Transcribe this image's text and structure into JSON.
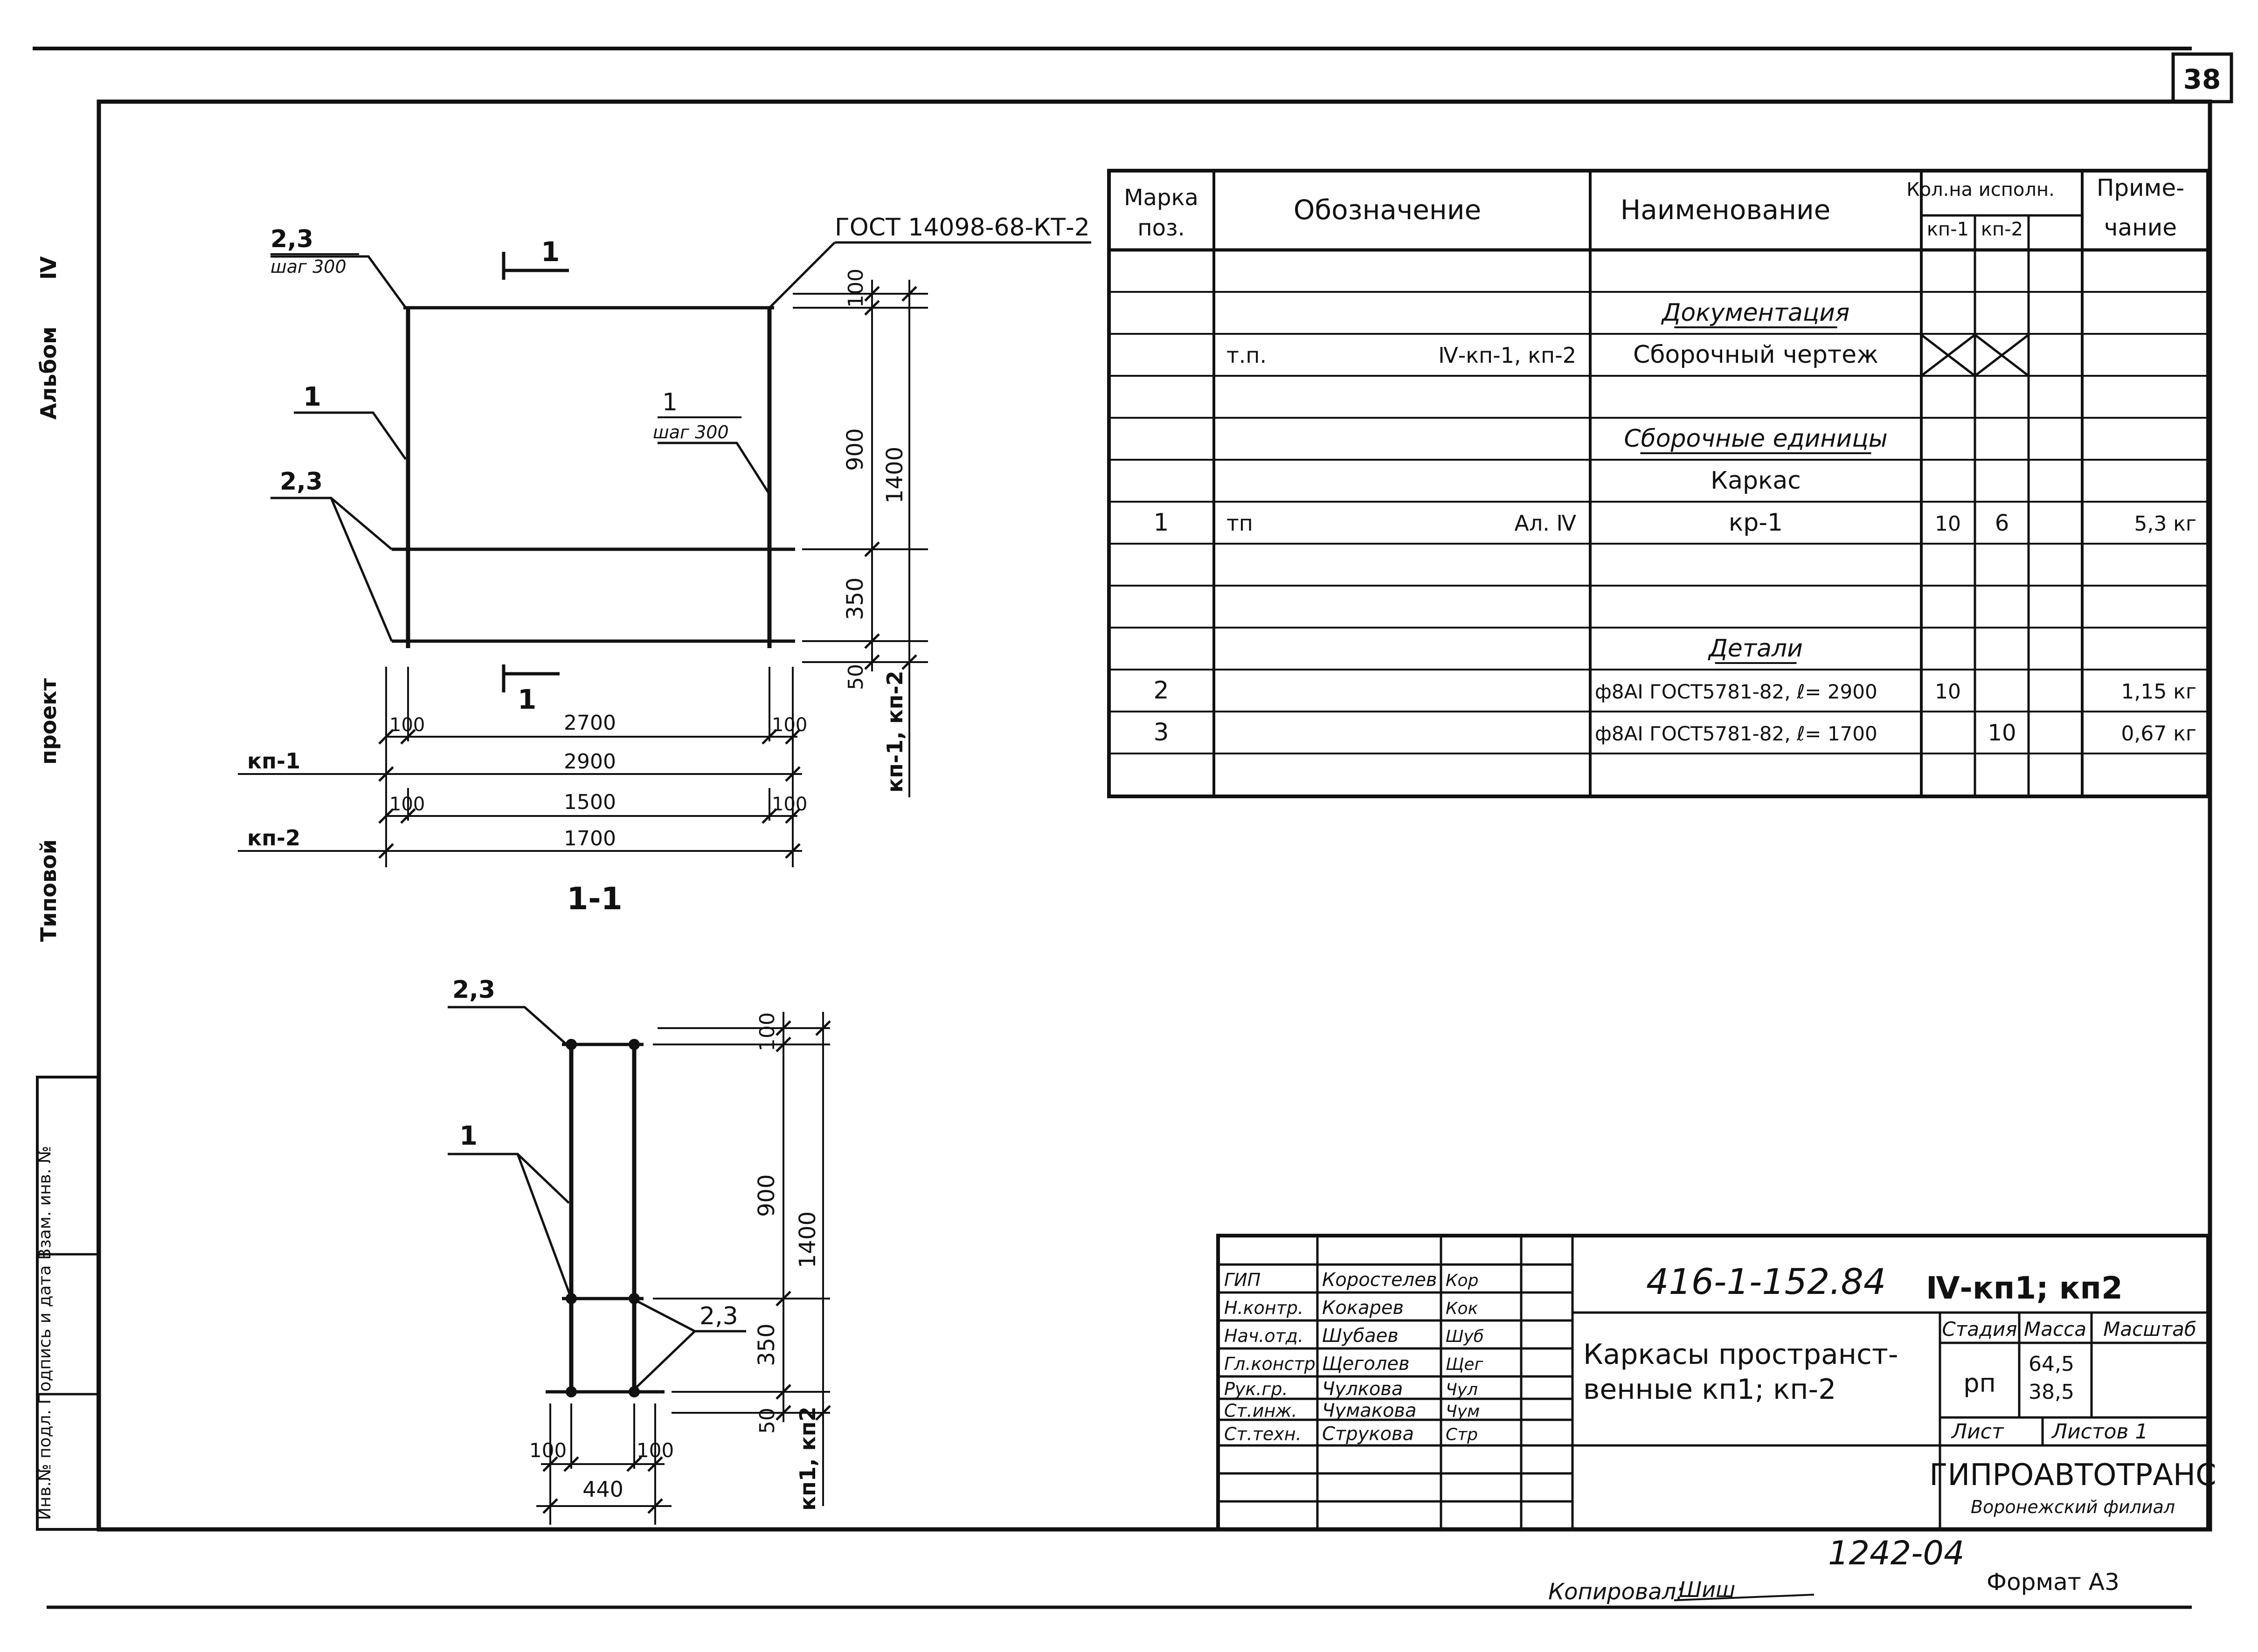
{
  "sheet": {
    "page_number": "38",
    "left_margin": {
      "album": "Альбом",
      "album_num": "Ⅳ",
      "project": "проект",
      "typical": "Типовой",
      "stamp": "Инв.№ подл.  Подпись и дата  Взам. инв. №"
    },
    "copied_by_label": "Копировал:",
    "copied_by_sign": "Шиш",
    "format": "Формат А3",
    "inventory_number": "1242-04"
  },
  "spec_table": {
    "headers": {
      "mark": "Марка поз.",
      "mark_l1": "Марка",
      "mark_l2": "поз.",
      "designation": "Обозначение",
      "name": "Наименование",
      "qty": "Кол.на исполн.",
      "qty_kp1": "кп-1",
      "qty_kp2": "кп-2",
      "note_l1": "Приме-",
      "note_l2": "чание"
    },
    "rows": [
      {
        "mark": "",
        "des_left": "",
        "des_right": "",
        "name": "",
        "kp1": "",
        "kp2": "",
        "note": ""
      },
      {
        "mark": "",
        "des_left": "",
        "des_right": "",
        "name": "Документация",
        "kp1": "",
        "kp2": "",
        "note": ""
      },
      {
        "mark": "",
        "des_left": "т.п.",
        "des_right": "Ⅳ-кп-1, кп-2",
        "name": "Сборочный чертеж",
        "kp1": "",
        "kp2": "",
        "note": ""
      },
      {
        "mark": "",
        "des_left": "",
        "des_right": "",
        "name": "",
        "kp1": "",
        "kp2": "",
        "note": ""
      },
      {
        "mark": "",
        "des_left": "",
        "des_right": "",
        "name": "Сборочные единицы",
        "kp1": "",
        "kp2": "",
        "note": ""
      },
      {
        "mark": "",
        "des_left": "",
        "des_right": "",
        "name": "Каркас",
        "kp1": "",
        "kp2": "",
        "note": ""
      },
      {
        "mark": "1",
        "des_left": "тп",
        "des_right": "Ал. Ⅳ",
        "name": "кр-1",
        "kp1": "10",
        "kp2": "6",
        "note": "5,3 кг"
      },
      {
        "mark": "",
        "des_left": "",
        "des_right": "",
        "name": "",
        "kp1": "",
        "kp2": "",
        "note": ""
      },
      {
        "mark": "",
        "des_left": "",
        "des_right": "",
        "name": "",
        "kp1": "",
        "kp2": "",
        "note": ""
      },
      {
        "mark": "",
        "des_left": "",
        "des_right": "",
        "name": "Детали",
        "kp1": "",
        "kp2": "",
        "note": ""
      },
      {
        "mark": "2",
        "des_left": "",
        "des_right": "",
        "name": "ф8АⅠ ГОСТ5781-82, ℓ= 2900",
        "kp1": "10",
        "kp2": "",
        "note": "1,15 кг"
      },
      {
        "mark": "3",
        "des_left": "",
        "des_right": "",
        "name": "ф8АⅠ ГОСТ5781-82, ℓ= 1700",
        "kp1": "",
        "kp2": "10",
        "note": "0,67 кг"
      },
      {
        "mark": "",
        "des_left": "",
        "des_right": "",
        "name": "",
        "kp1": "",
        "kp2": "",
        "note": ""
      }
    ]
  },
  "drawing1": {
    "section_mark": "1",
    "label_23_top": "2,3",
    "label_step": "шаг 300",
    "label_1_left": "1",
    "label_1_right": "1",
    "label_step_right": "шаг 300",
    "label_23_mid": "2,3",
    "gost_note": "ГОСТ 14098-68-КТ-2",
    "dim_top": "100",
    "dim_900": "900",
    "dim_350": "350",
    "dim_50": "50",
    "dim_1400": "1400",
    "dim_variants": "кп-1, кп-2",
    "h_dims_kp1": {
      "label": "кп-1",
      "left": "100",
      "mid": "2700",
      "right": "100",
      "total": "2900"
    },
    "h_dims_kp2": {
      "label": "кп-2",
      "left": "100",
      "mid": "1500",
      "right": "100",
      "total": "1700"
    },
    "view_title": "1-1"
  },
  "drawing2": {
    "label_23_top": "2,3",
    "label_1": "1",
    "label_23_right": "2,3",
    "dim_top": "100",
    "dim_900": "900",
    "dim_350": "350",
    "dim_50": "50",
    "dim_1400": "1400",
    "dim_variants": "кп1, кп2",
    "dim_left": "100",
    "dim_right": "100",
    "dim_total": "440"
  },
  "title_block": {
    "doc_code": "416-1-152.84",
    "sheet_code": "Ⅳ-кп1; кп2",
    "title_l1": "Каркасы пространст-",
    "title_l2": "венные кп1; кп-2",
    "stage_label": "Стадия",
    "mass_label": "Масса",
    "scale_label": "Масштаб",
    "stage": "рп",
    "mass1": "64,5",
    "mass2": "38,5",
    "sheet_label": "Лист",
    "sheets_label": "Листов 1",
    "org1": "ГИПРОАВТОТРАНС",
    "org2": "Воронежский филиал",
    "people": [
      {
        "role": "ГИП",
        "name": "Коростелев",
        "sign": "Кор"
      },
      {
        "role": "Н.контр.",
        "name": "Кокарев",
        "sign": "Кок"
      },
      {
        "role": "Нач.отд.",
        "name": "Шубаев",
        "sign": "Шуб"
      },
      {
        "role": "Гл.констр.",
        "name": "Щеголев",
        "sign": "Щег"
      },
      {
        "role": "Рук.гр.",
        "name": "Чулкова",
        "sign": "Чул"
      },
      {
        "role": "Ст.инж.",
        "name": "Чумакова",
        "sign": "Чум"
      },
      {
        "role": "Ст.техн.",
        "name": "Струкова",
        "sign": "Стр"
      }
    ]
  }
}
